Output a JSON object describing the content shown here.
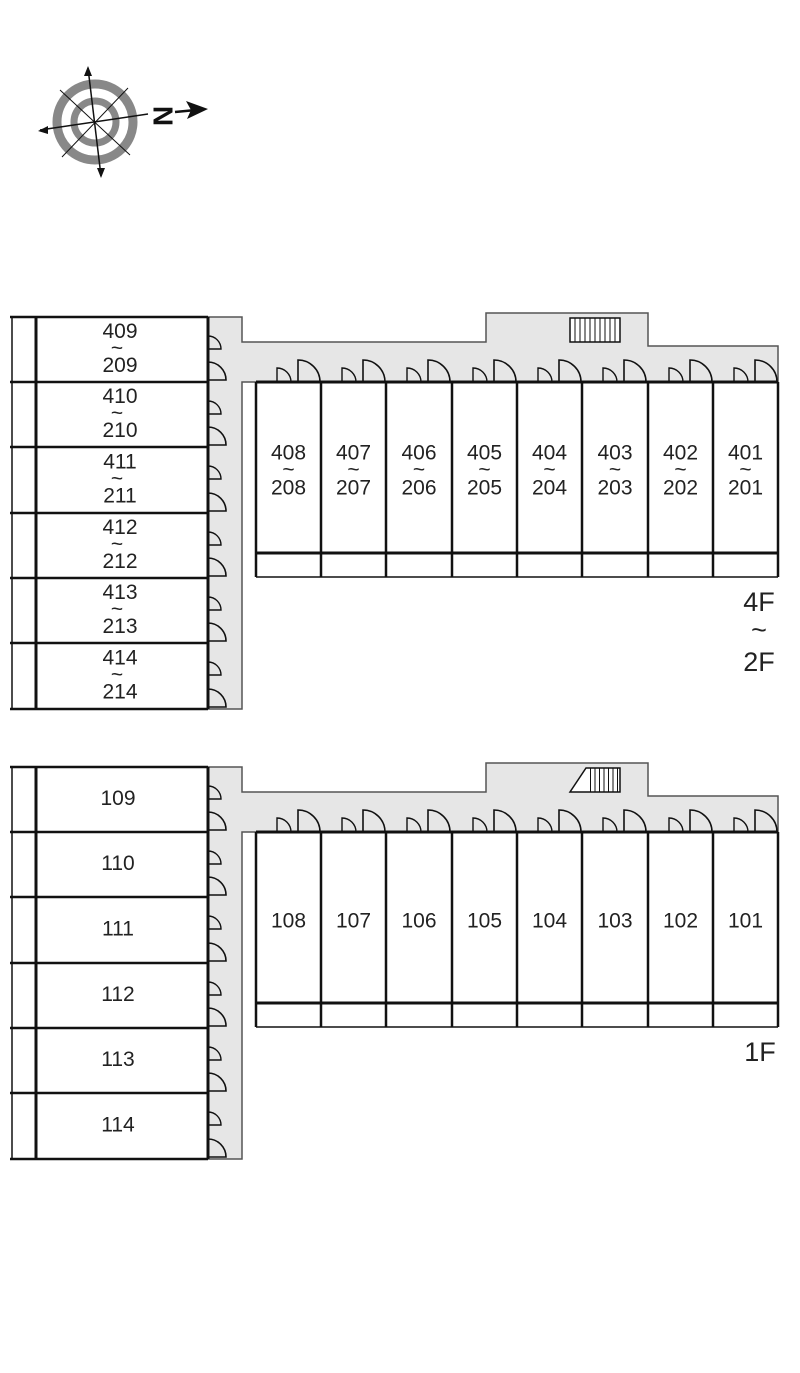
{
  "compass": {
    "north_label": "N",
    "icon": "compass-icon"
  },
  "colors": {
    "corridor": "#e6e6e6",
    "wall": "#111111",
    "compass_ring": "#888888"
  },
  "floors": [
    {
      "id": "upper",
      "floor_label_top": "4F",
      "floor_label_mark": "~",
      "floor_label_bottom": "2F",
      "stair_icon": "stairs-icon",
      "west_units": [
        {
          "top": "409",
          "mark": "~",
          "bottom": "209"
        },
        {
          "top": "410",
          "mark": "~",
          "bottom": "210"
        },
        {
          "top": "411",
          "mark": "~",
          "bottom": "211"
        },
        {
          "top": "412",
          "mark": "~",
          "bottom": "212"
        },
        {
          "top": "413",
          "mark": "~",
          "bottom": "213"
        },
        {
          "top": "414",
          "mark": "~",
          "bottom": "214"
        }
      ],
      "north_units": [
        {
          "top": "408",
          "mark": "~",
          "bottom": "208"
        },
        {
          "top": "407",
          "mark": "~",
          "bottom": "207"
        },
        {
          "top": "406",
          "mark": "~",
          "bottom": "206"
        },
        {
          "top": "405",
          "mark": "~",
          "bottom": "205"
        },
        {
          "top": "404",
          "mark": "~",
          "bottom": "204"
        },
        {
          "top": "403",
          "mark": "~",
          "bottom": "203"
        },
        {
          "top": "402",
          "mark": "~",
          "bottom": "202"
        },
        {
          "top": "401",
          "mark": "~",
          "bottom": "201"
        }
      ]
    },
    {
      "id": "ground",
      "floor_label_top": "1F",
      "stair_icon": "stairs-icon",
      "west_units": [
        {
          "top": "109"
        },
        {
          "top": "110"
        },
        {
          "top": "111"
        },
        {
          "top": "112"
        },
        {
          "top": "113"
        },
        {
          "top": "114"
        }
      ],
      "north_units": [
        {
          "top": "108"
        },
        {
          "top": "107"
        },
        {
          "top": "106"
        },
        {
          "top": "105"
        },
        {
          "top": "104"
        },
        {
          "top": "103"
        },
        {
          "top": "102"
        },
        {
          "top": "101"
        }
      ]
    }
  ]
}
